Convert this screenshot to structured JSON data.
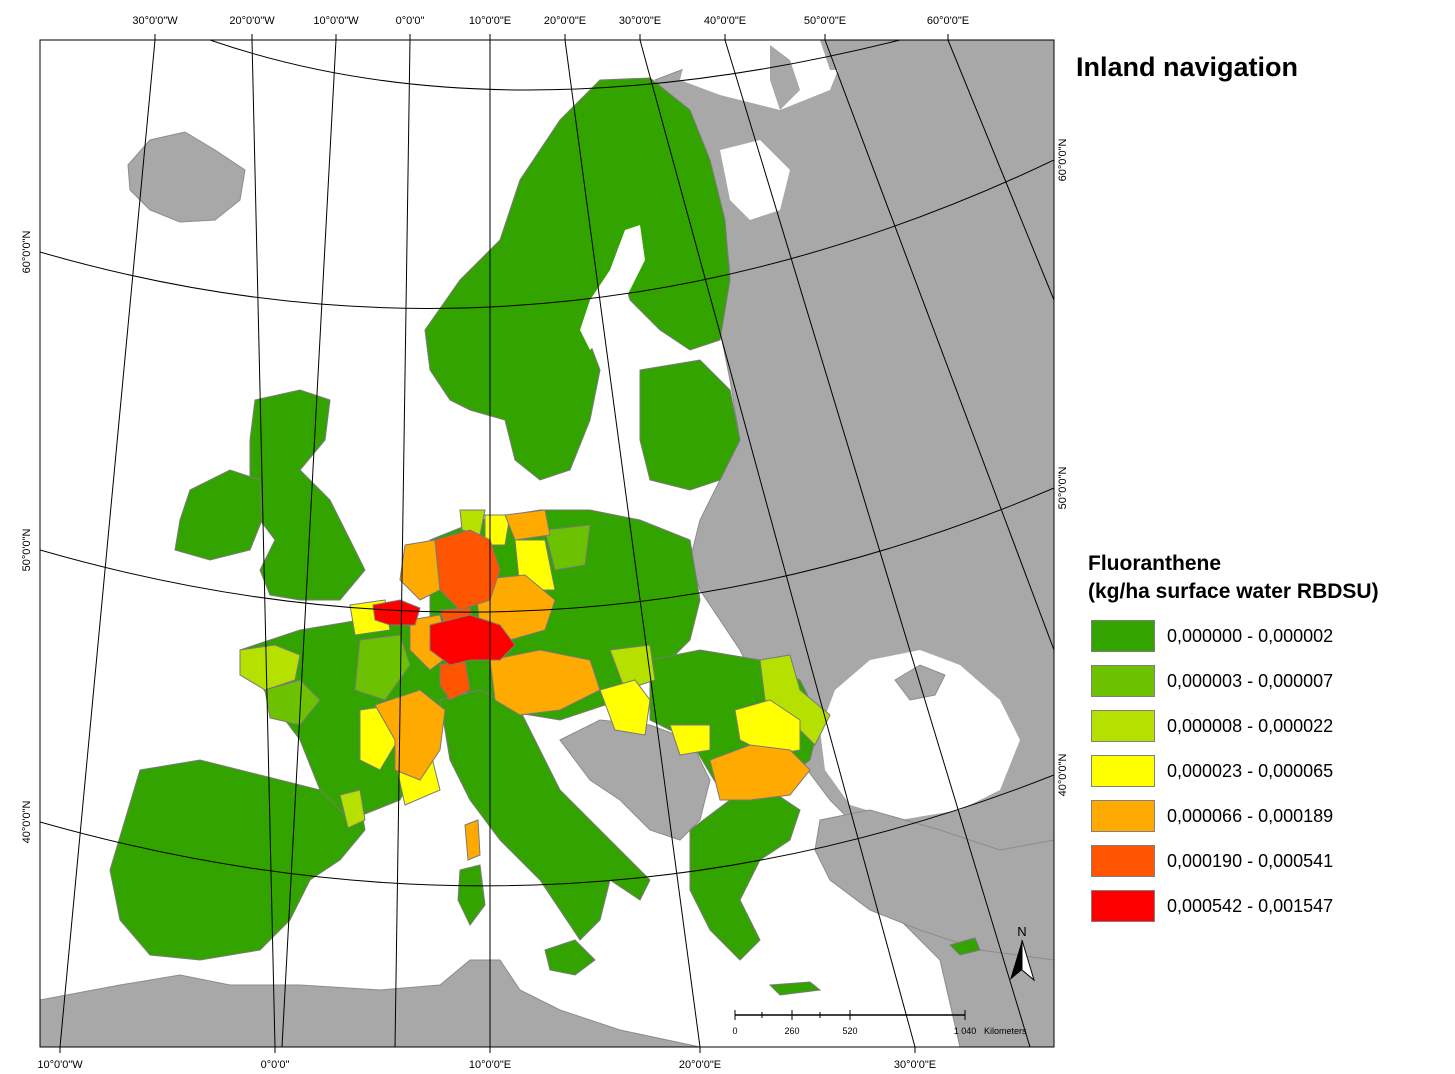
{
  "title": "Inland navigation",
  "legend": {
    "title_line1": "Fluoranthene",
    "title_line2": "(kg/ha surface water RBDSU)",
    "items": [
      {
        "label": "0,000000 - 0,000002",
        "color": "#33a300"
      },
      {
        "label": "0,000003 - 0,000007",
        "color": "#6cc200"
      },
      {
        "label": "0,000008 - 0,000022",
        "color": "#b5e000"
      },
      {
        "label": "0,000023 - 0,000065",
        "color": "#ffff00"
      },
      {
        "label": "0,000066 - 0,000189",
        "color": "#ffaa00"
      },
      {
        "label": "0,000190 - 0,000541",
        "color": "#ff5500"
      },
      {
        "label": "0,000542 - 0,001547",
        "color": "#ff0000"
      }
    ]
  },
  "graticule_labels": {
    "top": [
      "30°0'0\"W",
      "20°0'0\"W",
      "10°0'0\"W",
      "0°0'0\"",
      "10°0'0\"E",
      "20°0'0\"E",
      "30°0'0\"E",
      "40°0'0\"E",
      "50°0'0\"E",
      "60°0'0\"E"
    ],
    "bottom": [
      "10°0'0\"W",
      "0°0'0\"",
      "10°0'0\"E",
      "20°0'0\"E",
      "30°0'0\"E"
    ],
    "left": [
      "60°0'0\"N",
      "50°0'0\"N",
      "40°0'0\"N"
    ],
    "right": [
      "60°0'0\"N",
      "50°0'0\"N",
      "40°0'0\"N"
    ]
  },
  "scale_bar": {
    "ticks": [
      "0",
      "260",
      "520",
      "1 040"
    ],
    "unit": "Kilometers"
  },
  "north_arrow": {
    "letter": "N"
  },
  "colors": {
    "background_land": "#a8a8a8",
    "sea": "#ffffff",
    "boundary": "#7a7a7a"
  }
}
